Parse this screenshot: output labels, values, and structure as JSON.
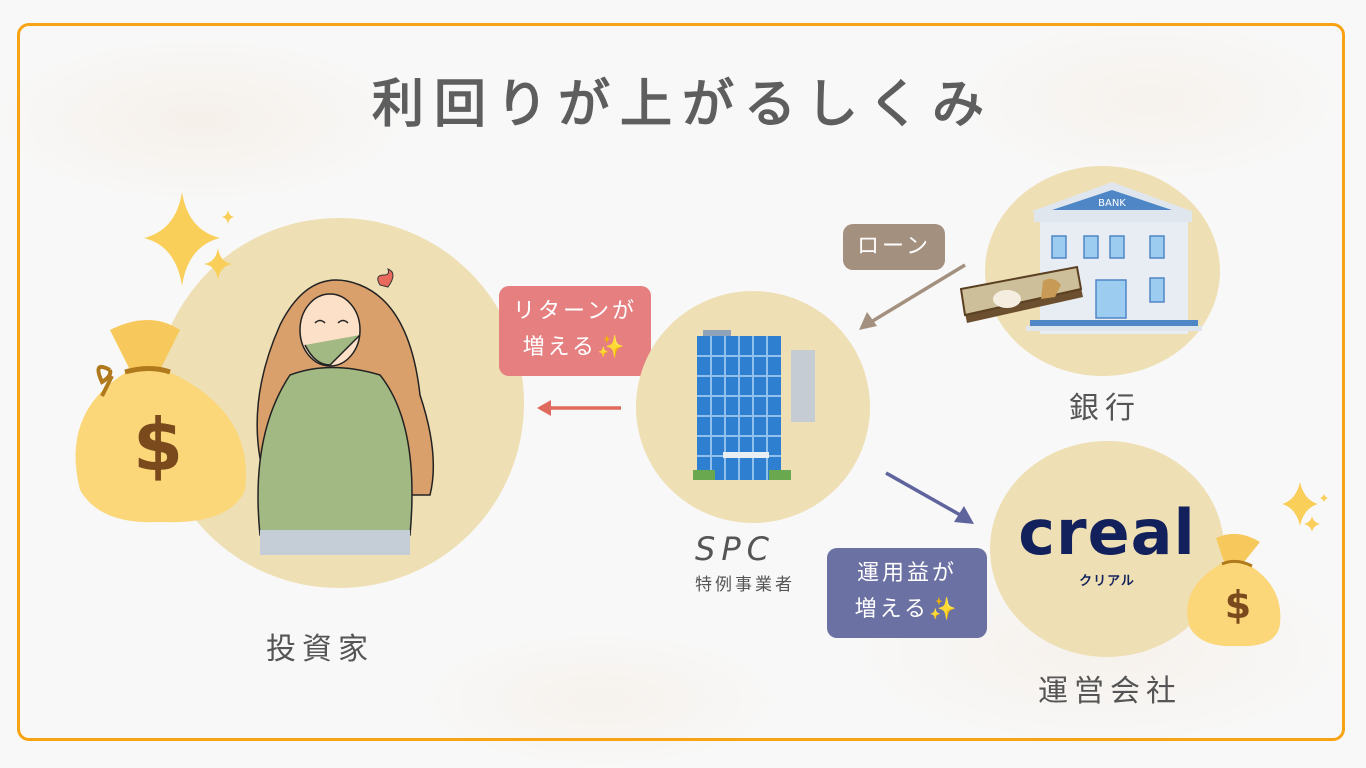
{
  "title": "利回りが上がるしくみ",
  "colors": {
    "frame": "#f7a313",
    "circle": "#efdfb4",
    "return_bubble": "#e57f80",
    "loan_bubble": "#a4907e",
    "profit_bubble": "#6c71a3",
    "creal_navy": "#12215c"
  },
  "nodes": {
    "investor": {
      "label": "投資家",
      "icon": "woman-happy-illustration"
    },
    "spc": {
      "label": "SPC",
      "sublabel": "特例事業者",
      "icon": "office-building-icon"
    },
    "bank": {
      "label": "銀行",
      "icon": "bank-building-icon",
      "sign": "BANK"
    },
    "operator": {
      "label": "運営会社",
      "logo_text": "creal",
      "logo_kana": "クリアル"
    }
  },
  "bubbles": {
    "return": {
      "line1": "リターンが",
      "line2": "増える✨"
    },
    "loan": {
      "text": "ローン"
    },
    "profit": {
      "line1": "運用益が",
      "line2": "増える✨"
    }
  },
  "arrows": [
    {
      "from": "spc",
      "to": "investor",
      "color": "#e06a5e"
    },
    {
      "from": "bank",
      "to": "spc",
      "color": "#a4907e"
    },
    {
      "from": "spc",
      "to": "operator",
      "color": "#5f649c"
    }
  ]
}
